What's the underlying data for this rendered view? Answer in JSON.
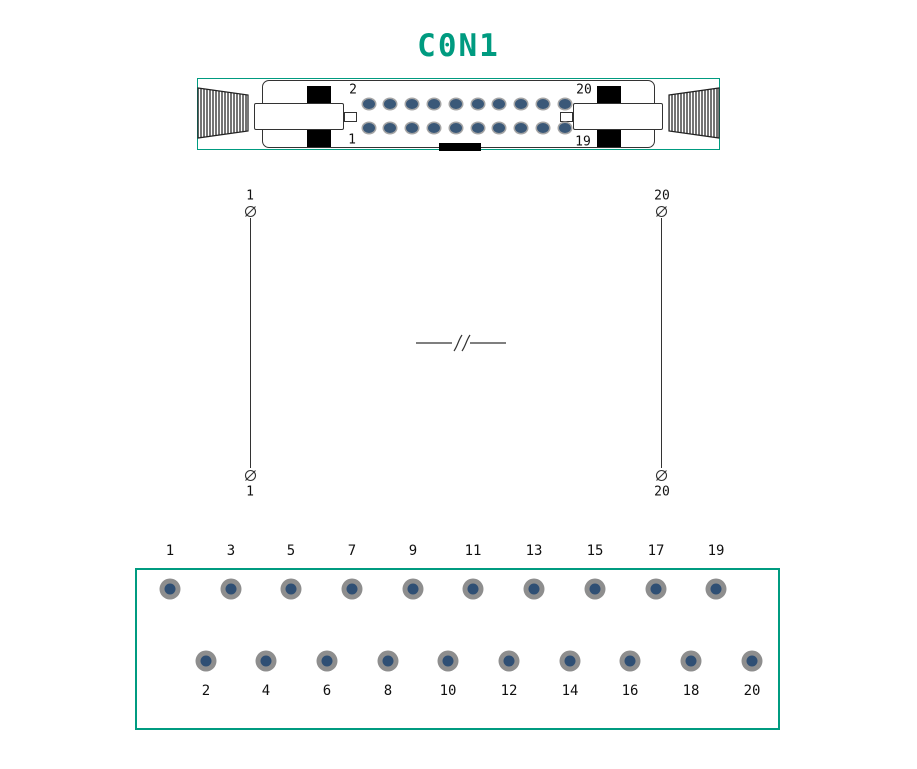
{
  "title": "C0N1",
  "colors": {
    "accent_teal": "#009b80",
    "pad_ring": "#8e8e8e",
    "pad_center": "#2f4f74",
    "pin_dot": "#3a5878"
  },
  "top_view": {
    "pin_label_top_left": "2",
    "pin_label_top_right": "20",
    "pin_label_bottom_left": "1",
    "pin_label_bottom_right": "19"
  },
  "schematic": {
    "left_pin_top_label": "1",
    "left_pin_bottom_label": "1",
    "right_pin_top_label": "20",
    "right_pin_bottom_label": "20"
  },
  "footprint": {
    "top_row_labels": [
      "1",
      "3",
      "5",
      "7",
      "9",
      "11",
      "13",
      "15",
      "17",
      "19"
    ],
    "bottom_row_labels": [
      "2",
      "4",
      "6",
      "8",
      "10",
      "12",
      "14",
      "16",
      "18",
      "20"
    ]
  }
}
